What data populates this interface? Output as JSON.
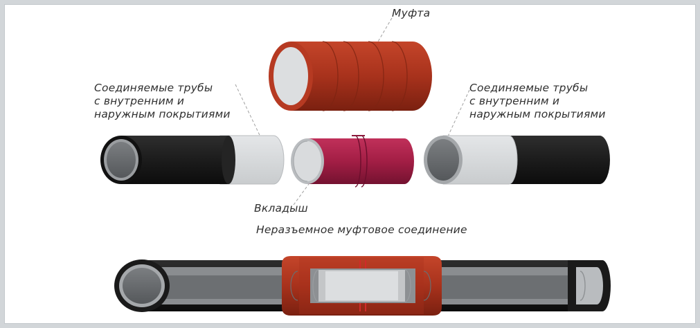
{
  "labels": {
    "coupling": "Муфта",
    "pipes_left": [
      "Соединяемые трубы",
      "с внутренним и",
      "наружным покрытиями"
    ],
    "pipes_right": [
      "Соединяемые трубы",
      "с внутренним и",
      "наружным покрытиями"
    ],
    "insert": "Вкладыш",
    "joint": "Неразъемное муфтовое соединение"
  },
  "colors": {
    "coupling_red": "#a8321c",
    "insert_crimson": "#a31e45",
    "pipe_black": "#1c1c1c",
    "pipe_bare": "#d7d9db",
    "pipe_inner": "#6b6e71",
    "leader_line": "#9a9a9a"
  }
}
